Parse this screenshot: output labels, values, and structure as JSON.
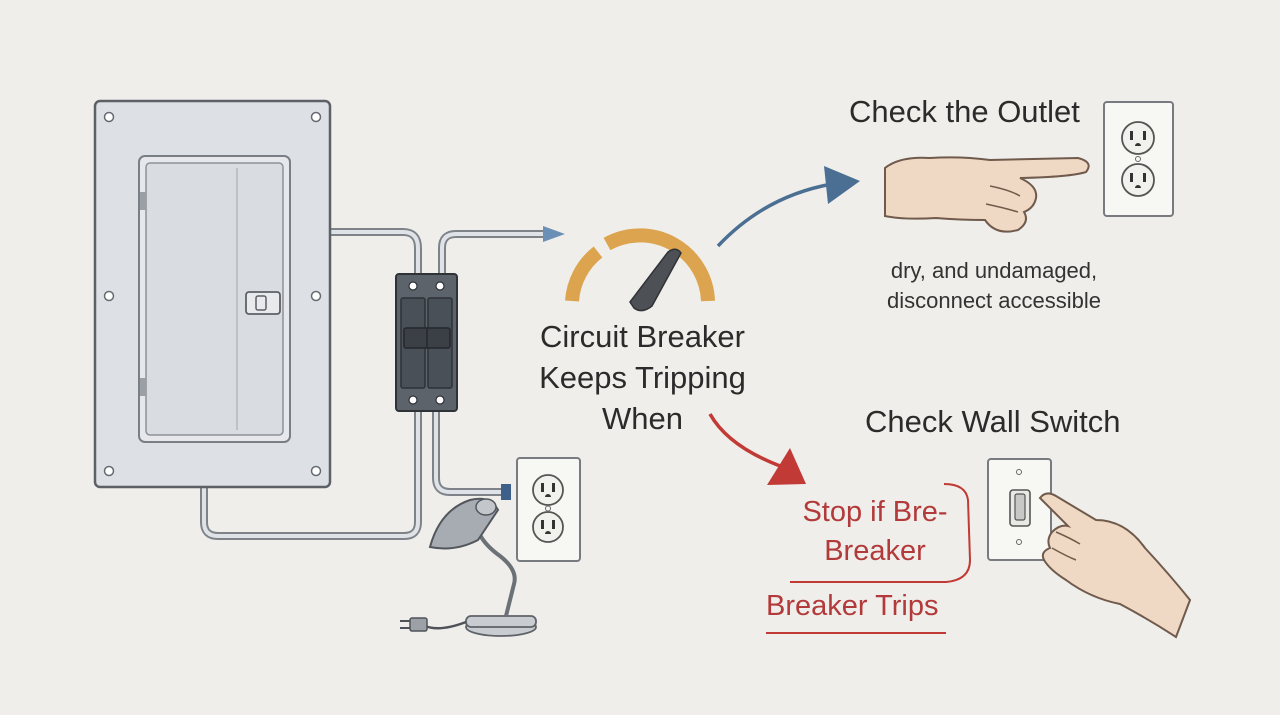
{
  "labels": {
    "center_title": [
      "Circuit Breaker",
      "Keeps Tripping",
      "When"
    ],
    "outlet_title": "Check the Outlet",
    "outlet_note": [
      "dry, and undamaged,",
      "disconnect accessible"
    ],
    "switch_title": "Check Wall Switch",
    "stop_text": [
      "Stop if Bre-",
      "Breaker"
    ],
    "trips_text": "Breaker Trips"
  },
  "colors": {
    "background": "#efeeea",
    "arrow_blue": "#4a6f93",
    "arrow_red": "#c23a35",
    "warning_text": "#b23a3a",
    "gauge_orange": "#dda450",
    "panel_gray": "#d5d9dd"
  },
  "icons": [
    "breaker-panel-icon",
    "double-breaker-icon",
    "gauge-icon",
    "outlet-icon",
    "desk-lamp-icon",
    "plug-icon",
    "pointing-hand-icon",
    "wall-switch-icon",
    "pressing-hand-icon"
  ]
}
